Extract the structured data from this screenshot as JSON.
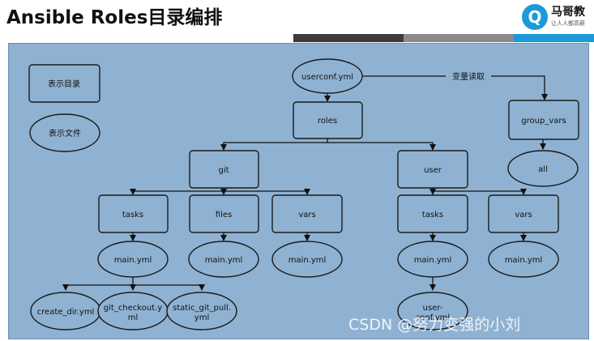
{
  "header": {
    "title": "Ansible Roles目录编排",
    "logo_icon": "logo-icon",
    "logo_glyph": "Q",
    "logo_text": "马哥教",
    "logo_subtext": "让人人都高薪"
  },
  "legend": {
    "dir_label": "表示目录",
    "file_label": "表示文件"
  },
  "nodes": {
    "userconf": "userconf.yml",
    "roles": "roles",
    "group_vars": "group_vars",
    "all": "all",
    "git": "git",
    "user": "user",
    "git_tasks": "tasks",
    "git_files": "files",
    "git_vars": "vars",
    "user_tasks": "tasks",
    "user_vars": "vars",
    "git_tasks_main": "main.yml",
    "git_files_main": "main.yml",
    "git_vars_main": "main.yml",
    "user_tasks_main": "main.yml",
    "user_vars_main": "main.yml",
    "create_dir": "create_dir.yml",
    "git_checkout": [
      "git_checkout.y",
      "ml"
    ],
    "static_git_pull": [
      "static_git_pull.",
      "yml"
    ],
    "user_conf": [
      "user-",
      "conf.yml"
    ]
  },
  "edge_label": "变量读取",
  "watermark": "CSDN @努力变强的小刘",
  "colors": {
    "panel": "#8fb2d2",
    "stroke": "#1b1b1b",
    "brand": "#1a9ad8"
  }
}
